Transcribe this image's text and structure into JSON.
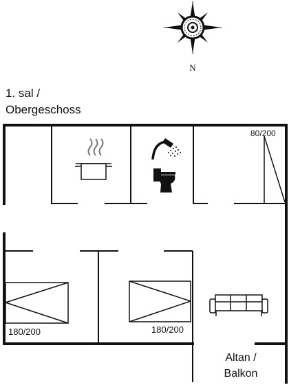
{
  "compass": {
    "icon": "compass-rose-icon",
    "north_label": "N"
  },
  "floor": {
    "line1": "1. sal /",
    "line2": "Obergeschoss"
  },
  "rooms": {
    "bedroom_left": {
      "bed_label": "180/200"
    },
    "bedroom_right": {
      "bed_label": "180/200"
    },
    "storage": {
      "door_label": "80/200"
    },
    "balcony": {
      "line1": "Altan /",
      "line2": "Balkon"
    }
  },
  "icons": {
    "kitchen": "cooking-pot-icon",
    "bathroom_shower": "shower-icon",
    "bathroom_toilet": "toilet-icon",
    "living": "sofa-icon"
  },
  "colors": {
    "wall": "#111111",
    "background": "#ffffff"
  }
}
